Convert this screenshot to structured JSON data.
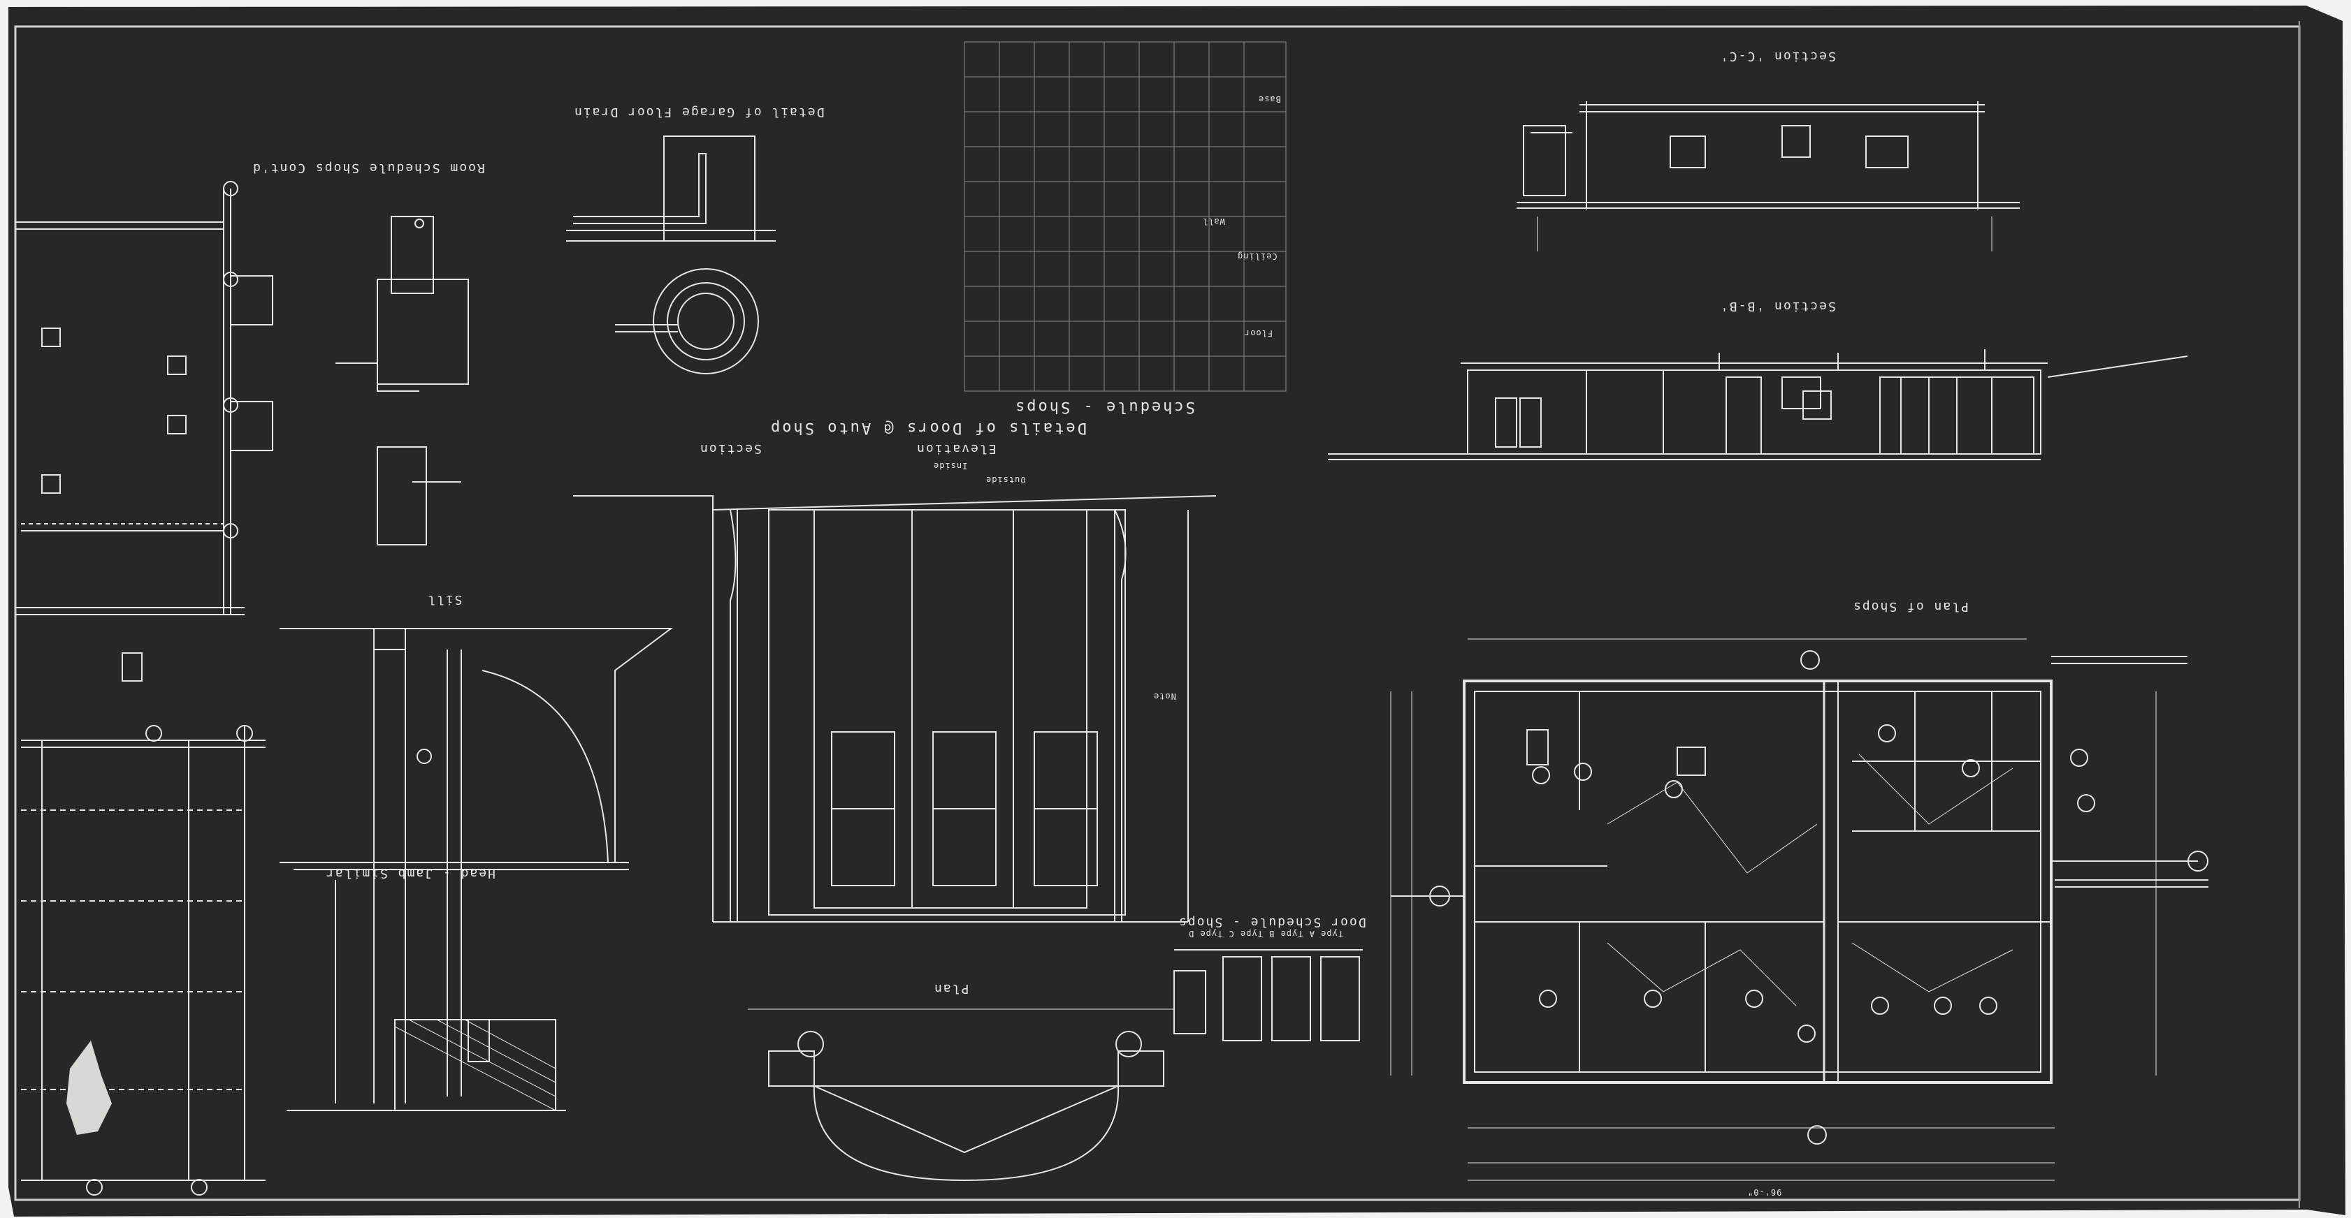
{
  "sheet": {
    "background": "#2a2a2a",
    "line_color": "#e8e8e8",
    "paper_color": "#f2f2f0"
  },
  "labels": {
    "room_schedule": "Room Schedule Shops Cont'd",
    "floor_drain": "Detail of Garage Floor Drain",
    "schedule_shops": "Schedule - Shops",
    "details_doors": "Details of Doors @ Auto Shop",
    "section_cc": "Section 'C-C'",
    "section_bb": "Section 'B-B'",
    "plan_of_shops": "Plan of Shops",
    "sill": "Sill",
    "head_jamb": "Head - Jamb Similar",
    "door_schedule": "Door Schedule - Shops",
    "plan": "Plan",
    "elevation": "Elevation",
    "section": "Section",
    "inside": "Inside",
    "outside": "Outside",
    "wall": "Wall",
    "ceiling": "Ceiling",
    "floor": "Floor",
    "base": "Base",
    "note": "Note",
    "type_labels": "Type A  Type B  Type C  Type D",
    "dim_total": "96'-0\""
  }
}
